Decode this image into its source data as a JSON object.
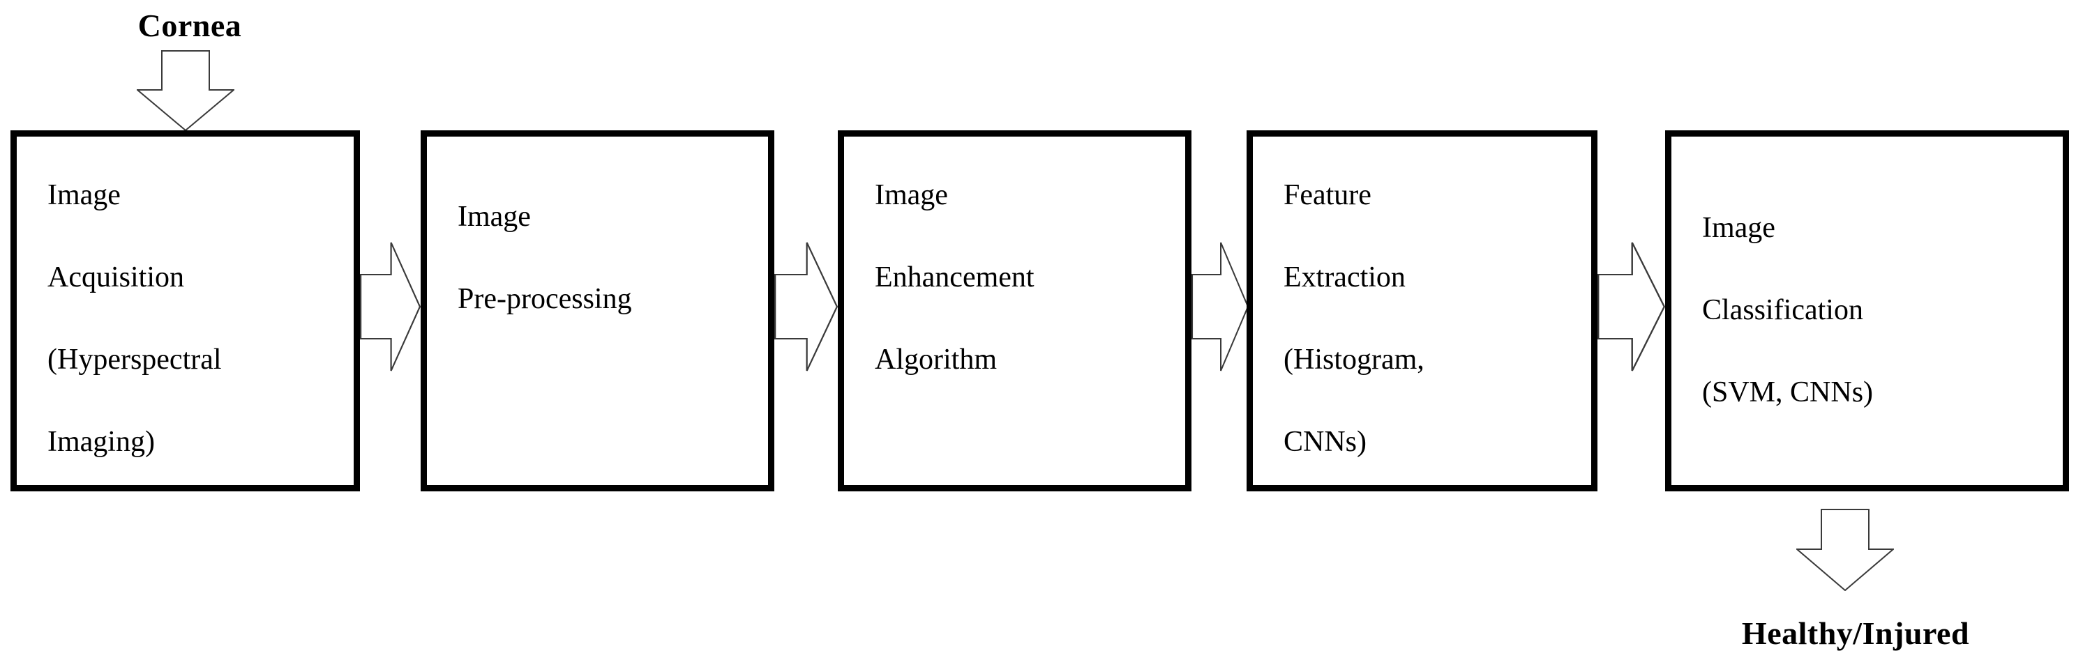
{
  "diagram": {
    "input_label": "Cornea",
    "output_label": "Healthy/Injured",
    "boxes": [
      {
        "name": "image-acquisition",
        "lines": [
          "Image",
          "Acquisition",
          "(Hyperspectral",
          "Imaging)"
        ]
      },
      {
        "name": "image-pre-processing",
        "lines": [
          "Image",
          "Pre-processing"
        ]
      },
      {
        "name": "image-enhancement",
        "lines": [
          "Image",
          "Enhancement",
          "Algorithm"
        ]
      },
      {
        "name": "feature-extraction",
        "lines": [
          "Feature",
          "Extraction",
          "(Histogram,",
          "CNNs)"
        ]
      },
      {
        "name": "image-classification",
        "lines": [
          "Image",
          "Classification",
          "(SVM, CNNs)"
        ]
      }
    ],
    "icons": [
      "down-block-arrow-icon",
      "right-block-arrow-icon",
      "right-block-arrow-icon",
      "right-block-arrow-icon",
      "right-block-arrow-icon",
      "down-block-arrow-icon"
    ],
    "colors": {
      "background": "#ffffff",
      "box_border": "#000000",
      "arrow_outline": "#3a3a3a",
      "arrow_fill": "#ffffff",
      "text": "#000000"
    }
  }
}
